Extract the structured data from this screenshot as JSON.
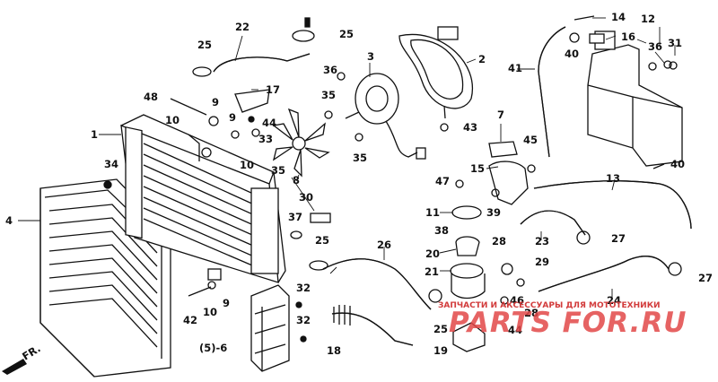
{
  "diagram": {
    "callouts": [
      "1",
      "2",
      "3",
      "4",
      "5",
      "6",
      "7",
      "8",
      "9",
      "10",
      "11",
      "12",
      "13",
      "14",
      "15",
      "16",
      "17",
      "18",
      "19",
      "20",
      "21",
      "22",
      "23",
      "24",
      "25",
      "26",
      "27",
      "28",
      "29",
      "30",
      "31",
      "32",
      "33",
      "34",
      "35",
      "36",
      "37",
      "38",
      "39",
      "40",
      "41",
      "42",
      "43",
      "44",
      "45",
      "46",
      "47",
      "48"
    ],
    "labels": [
      {
        "id": "l1",
        "text": "1"
      },
      {
        "id": "l2",
        "text": "2"
      },
      {
        "id": "l3",
        "text": "3"
      },
      {
        "id": "l4",
        "text": "4"
      },
      {
        "id": "l5_6",
        "text": "(5)-6"
      },
      {
        "id": "l7",
        "text": "7"
      },
      {
        "id": "l8",
        "text": "8"
      },
      {
        "id": "l9a",
        "text": "9"
      },
      {
        "id": "l9b",
        "text": "9"
      },
      {
        "id": "l9c",
        "text": "9"
      },
      {
        "id": "l10a",
        "text": "10"
      },
      {
        "id": "l10b",
        "text": "10"
      },
      {
        "id": "l10c",
        "text": "10"
      },
      {
        "id": "l11",
        "text": "11"
      },
      {
        "id": "l12",
        "text": "12"
      },
      {
        "id": "l13",
        "text": "13"
      },
      {
        "id": "l14",
        "text": "14"
      },
      {
        "id": "l15",
        "text": "15"
      },
      {
        "id": "l16",
        "text": "16"
      },
      {
        "id": "l17",
        "text": "17"
      },
      {
        "id": "l18",
        "text": "18"
      },
      {
        "id": "l19",
        "text": "19"
      },
      {
        "id": "l20",
        "text": "20"
      },
      {
        "id": "l21",
        "text": "21"
      },
      {
        "id": "l22",
        "text": "22"
      },
      {
        "id": "l23",
        "text": "23"
      },
      {
        "id": "l24",
        "text": "24"
      },
      {
        "id": "l25a",
        "text": "25"
      },
      {
        "id": "l25b",
        "text": "25"
      },
      {
        "id": "l25c",
        "text": "25"
      },
      {
        "id": "l25d",
        "text": "25"
      },
      {
        "id": "l26",
        "text": "26"
      },
      {
        "id": "l27a",
        "text": "27"
      },
      {
        "id": "l27b",
        "text": "27"
      },
      {
        "id": "l28a",
        "text": "28"
      },
      {
        "id": "l28b",
        "text": "28"
      },
      {
        "id": "l29",
        "text": "29"
      },
      {
        "id": "l30",
        "text": "30"
      },
      {
        "id": "l31",
        "text": "31"
      },
      {
        "id": "l32a",
        "text": "32"
      },
      {
        "id": "l32b",
        "text": "32"
      },
      {
        "id": "l33",
        "text": "33"
      },
      {
        "id": "l34",
        "text": "34"
      },
      {
        "id": "l35a",
        "text": "35"
      },
      {
        "id": "l35b",
        "text": "35"
      },
      {
        "id": "l35c",
        "text": "35"
      },
      {
        "id": "l36a",
        "text": "36"
      },
      {
        "id": "l36b",
        "text": "36"
      },
      {
        "id": "l37",
        "text": "37"
      },
      {
        "id": "l38",
        "text": "38"
      },
      {
        "id": "l39",
        "text": "39"
      },
      {
        "id": "l40a",
        "text": "40"
      },
      {
        "id": "l40b",
        "text": "40"
      },
      {
        "id": "l41",
        "text": "41"
      },
      {
        "id": "l42",
        "text": "42"
      },
      {
        "id": "l43",
        "text": "43"
      },
      {
        "id": "l44a",
        "text": "44"
      },
      {
        "id": "l44b",
        "text": "44"
      },
      {
        "id": "l45",
        "text": "45"
      },
      {
        "id": "l46",
        "text": "46"
      },
      {
        "id": "l47",
        "text": "47"
      },
      {
        "id": "l48",
        "text": "48"
      }
    ],
    "direction_marker": "FR.",
    "watermark": {
      "caption": "ЗАПЧАСТИ И АКСЕССУАРЫ ДЛЯ МОТОТЕХНИКИ",
      "logo": "PARTS FOR.RU"
    }
  }
}
